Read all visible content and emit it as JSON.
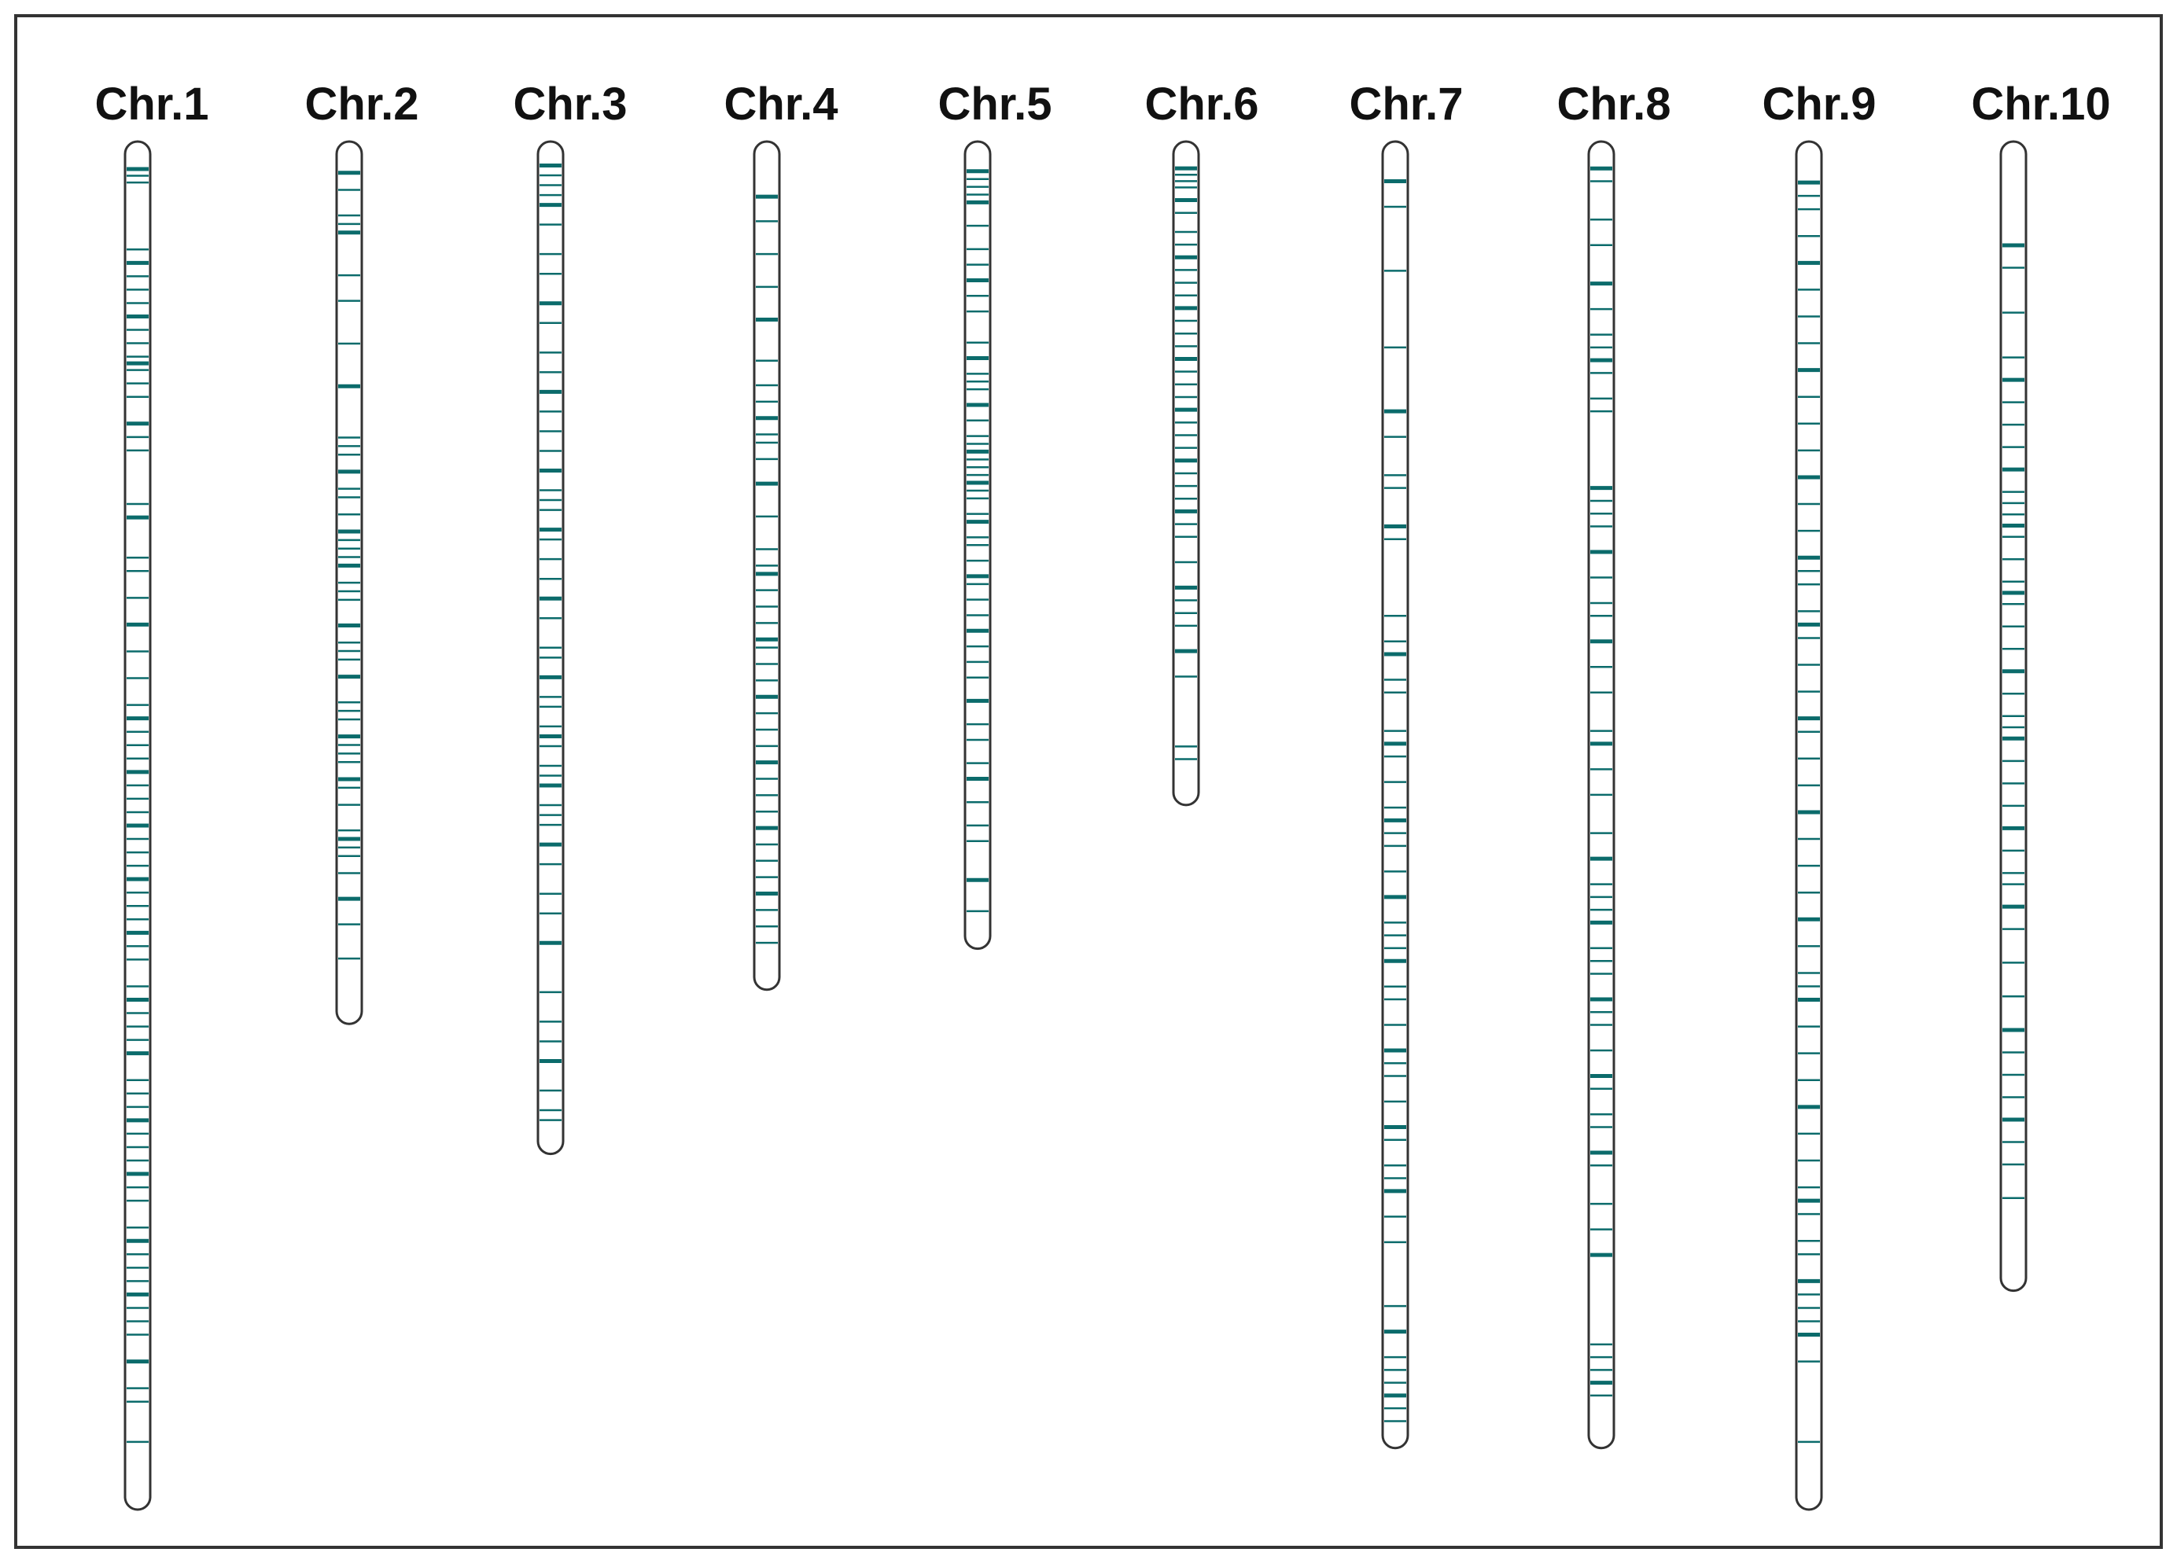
{
  "colors": {
    "band": "#0b6b6b",
    "outline": "#333333",
    "frame": "#333333",
    "label": "#111111"
  },
  "chart_data": {
    "type": "ideogram",
    "chromosomes": [
      {
        "label": "Chr.1",
        "length": 1.0,
        "bands": [
          0.01,
          0.015,
          0.02,
          0.07,
          0.08,
          0.09,
          0.1,
          0.11,
          0.12,
          0.13,
          0.14,
          0.15,
          0.155,
          0.16,
          0.17,
          0.18,
          0.2,
          0.21,
          0.22,
          0.26,
          0.27,
          0.3,
          0.31,
          0.33,
          0.35,
          0.37,
          0.39,
          0.41,
          0.42,
          0.43,
          0.44,
          0.45,
          0.46,
          0.47,
          0.48,
          0.49,
          0.5,
          0.51,
          0.52,
          0.53,
          0.54,
          0.55,
          0.56,
          0.57,
          0.58,
          0.59,
          0.6,
          0.62,
          0.63,
          0.64,
          0.65,
          0.66,
          0.67,
          0.69,
          0.7,
          0.71,
          0.72,
          0.73,
          0.74,
          0.75,
          0.76,
          0.77,
          0.78,
          0.8,
          0.81,
          0.82,
          0.83,
          0.84,
          0.85,
          0.86,
          0.87,
          0.88,
          0.9,
          0.92,
          0.93,
          0.96
        ]
      },
      {
        "label": "Chr.2",
        "length": 0.645,
        "bands": [
          0.02,
          0.04,
          0.07,
          0.08,
          0.09,
          0.14,
          0.17,
          0.22,
          0.27,
          0.33,
          0.34,
          0.35,
          0.37,
          0.39,
          0.4,
          0.42,
          0.44,
          0.45,
          0.46,
          0.47,
          0.48,
          0.5,
          0.51,
          0.52,
          0.55,
          0.57,
          0.58,
          0.59,
          0.61,
          0.64,
          0.65,
          0.66,
          0.68,
          0.69,
          0.7,
          0.71,
          0.73,
          0.74,
          0.76,
          0.79,
          0.8,
          0.81,
          0.82,
          0.84,
          0.87,
          0.9,
          0.94
        ]
      },
      {
        "label": "Chr.3",
        "length": 0.74,
        "bands": [
          0.01,
          0.02,
          0.03,
          0.04,
          0.05,
          0.07,
          0.1,
          0.12,
          0.15,
          0.17,
          0.2,
          0.22,
          0.24,
          0.26,
          0.28,
          0.3,
          0.32,
          0.34,
          0.35,
          0.36,
          0.38,
          0.39,
          0.41,
          0.43,
          0.45,
          0.47,
          0.5,
          0.51,
          0.53,
          0.55,
          0.56,
          0.58,
          0.59,
          0.6,
          0.62,
          0.63,
          0.64,
          0.66,
          0.67,
          0.68,
          0.7,
          0.72,
          0.75,
          0.77,
          0.8,
          0.85,
          0.88,
          0.9,
          0.92,
          0.95,
          0.97,
          0.98
        ]
      },
      {
        "label": "Chr.4",
        "length": 0.62,
        "bands": [
          0.05,
          0.08,
          0.12,
          0.16,
          0.2,
          0.25,
          0.28,
          0.3,
          0.32,
          0.34,
          0.35,
          0.37,
          0.4,
          0.44,
          0.48,
          0.5,
          0.51,
          0.53,
          0.55,
          0.57,
          0.59,
          0.6,
          0.62,
          0.64,
          0.66,
          0.68,
          0.7,
          0.72,
          0.74,
          0.76,
          0.78,
          0.8,
          0.82,
          0.84,
          0.86,
          0.88,
          0.9,
          0.92,
          0.94,
          0.96
        ]
      },
      {
        "label": "Chr.5",
        "length": 0.59,
        "bands": [
          0.02,
          0.03,
          0.04,
          0.05,
          0.06,
          0.09,
          0.12,
          0.14,
          0.16,
          0.18,
          0.2,
          0.24,
          0.26,
          0.28,
          0.29,
          0.3,
          0.32,
          0.34,
          0.36,
          0.37,
          0.38,
          0.39,
          0.4,
          0.41,
          0.42,
          0.43,
          0.44,
          0.46,
          0.47,
          0.49,
          0.5,
          0.52,
          0.54,
          0.55,
          0.57,
          0.59,
          0.61,
          0.63,
          0.65,
          0.67,
          0.7,
          0.73,
          0.75,
          0.78,
          0.8,
          0.83,
          0.86,
          0.88,
          0.93,
          0.97
        ]
      },
      {
        "label": "Chr.6",
        "length": 0.485,
        "bands": [
          0.02,
          0.03,
          0.04,
          0.05,
          0.07,
          0.09,
          0.12,
          0.14,
          0.16,
          0.18,
          0.2,
          0.22,
          0.24,
          0.26,
          0.28,
          0.3,
          0.32,
          0.34,
          0.36,
          0.38,
          0.4,
          0.42,
          0.44,
          0.46,
          0.48,
          0.5,
          0.52,
          0.54,
          0.56,
          0.58,
          0.6,
          0.64,
          0.68,
          0.7,
          0.72,
          0.74,
          0.78,
          0.82,
          0.93,
          0.95
        ]
      },
      {
        "label": "Chr.7",
        "length": 0.955,
        "bands": [
          0.02,
          0.04,
          0.09,
          0.15,
          0.2,
          0.22,
          0.25,
          0.26,
          0.29,
          0.3,
          0.36,
          0.38,
          0.39,
          0.41,
          0.42,
          0.45,
          0.46,
          0.47,
          0.49,
          0.51,
          0.52,
          0.53,
          0.54,
          0.56,
          0.58,
          0.6,
          0.61,
          0.62,
          0.63,
          0.65,
          0.66,
          0.68,
          0.7,
          0.71,
          0.72,
          0.74,
          0.76,
          0.77,
          0.79,
          0.8,
          0.81,
          0.83,
          0.85,
          0.9,
          0.92,
          0.94,
          0.95,
          0.96,
          0.97,
          0.98,
          0.99
        ]
      },
      {
        "label": "Chr.8",
        "length": 0.955,
        "bands": [
          0.01,
          0.02,
          0.05,
          0.07,
          0.1,
          0.12,
          0.14,
          0.15,
          0.16,
          0.17,
          0.19,
          0.2,
          0.26,
          0.27,
          0.28,
          0.29,
          0.31,
          0.33,
          0.35,
          0.36,
          0.38,
          0.4,
          0.42,
          0.45,
          0.46,
          0.48,
          0.5,
          0.53,
          0.55,
          0.57,
          0.58,
          0.59,
          0.6,
          0.62,
          0.63,
          0.64,
          0.66,
          0.67,
          0.68,
          0.7,
          0.72,
          0.73,
          0.75,
          0.76,
          0.78,
          0.79,
          0.82,
          0.84,
          0.86,
          0.93,
          0.94,
          0.95,
          0.96,
          0.97
        ]
      },
      {
        "label": "Chr.9",
        "length": 1.0,
        "bands": [
          0.02,
          0.03,
          0.04,
          0.06,
          0.08,
          0.1,
          0.12,
          0.14,
          0.16,
          0.18,
          0.2,
          0.22,
          0.24,
          0.26,
          0.28,
          0.3,
          0.3,
          0.31,
          0.32,
          0.34,
          0.35,
          0.36,
          0.38,
          0.4,
          0.42,
          0.43,
          0.45,
          0.47,
          0.49,
          0.51,
          0.53,
          0.55,
          0.57,
          0.59,
          0.61,
          0.62,
          0.63,
          0.65,
          0.67,
          0.69,
          0.71,
          0.73,
          0.75,
          0.77,
          0.78,
          0.79,
          0.81,
          0.82,
          0.84,
          0.85,
          0.86,
          0.87,
          0.88,
          0.9,
          0.96
        ]
      },
      {
        "label": "Chr.10",
        "length": 0.84,
        "bands": [
          0.08,
          0.1,
          0.14,
          0.18,
          0.2,
          0.22,
          0.24,
          0.26,
          0.28,
          0.3,
          0.31,
          0.32,
          0.33,
          0.34,
          0.36,
          0.38,
          0.39,
          0.4,
          0.42,
          0.44,
          0.46,
          0.48,
          0.5,
          0.51,
          0.52,
          0.54,
          0.56,
          0.58,
          0.6,
          0.62,
          0.64,
          0.65,
          0.67,
          0.69,
          0.72,
          0.75,
          0.78,
          0.8,
          0.82,
          0.84,
          0.86,
          0.88,
          0.9,
          0.93
        ]
      }
    ]
  }
}
